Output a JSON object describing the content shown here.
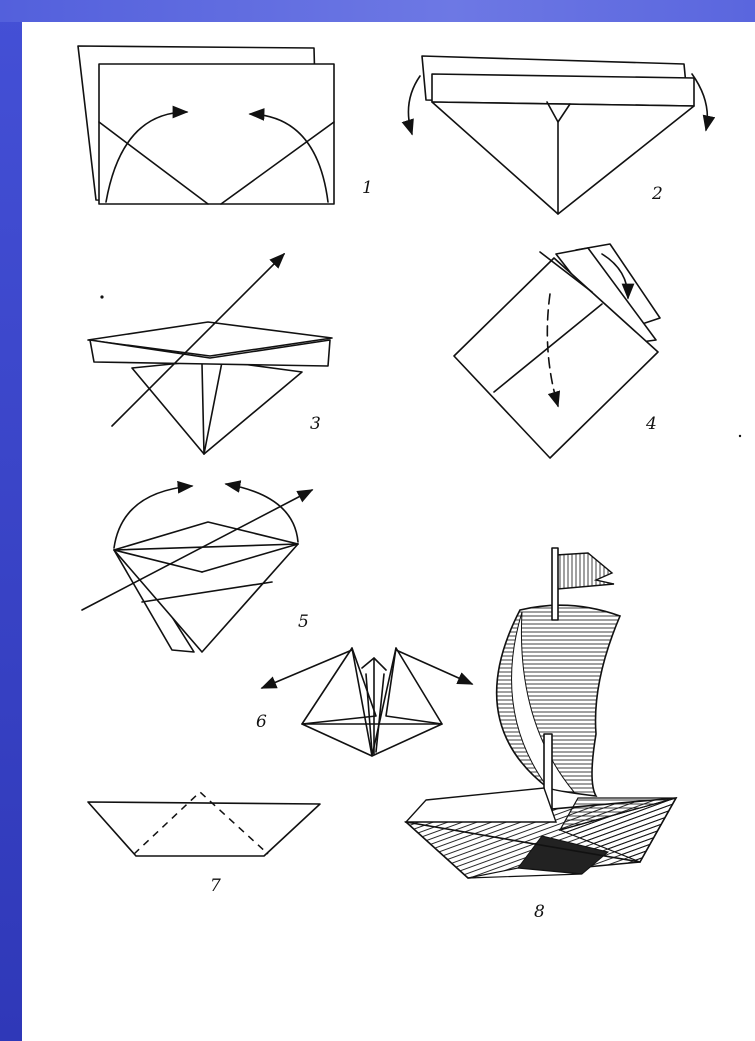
{
  "diagram": {
    "steps": [
      {
        "label": "1"
      },
      {
        "label": "2"
      },
      {
        "label": "3"
      },
      {
        "label": "4"
      },
      {
        "label": "5"
      },
      {
        "label": "6"
      },
      {
        "label": "7"
      },
      {
        "label": "8"
      }
    ]
  },
  "colors": {
    "background": "#3b44c4",
    "slide": "#ffffff",
    "ink": "#111111"
  }
}
